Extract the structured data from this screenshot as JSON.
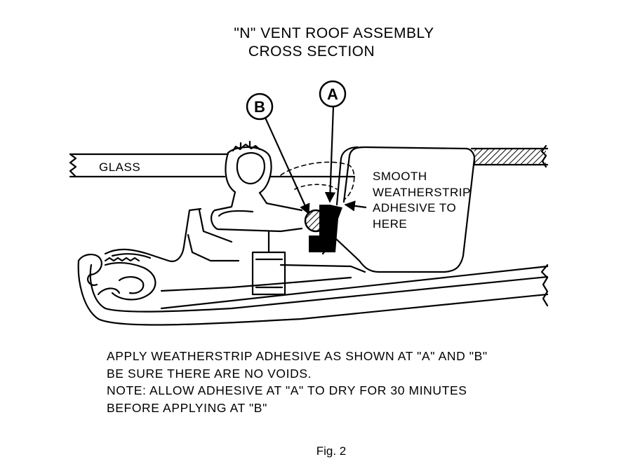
{
  "title": {
    "line1": "\"N\" VENT ROOF ASSEMBLY",
    "line2": "CROSS SECTION"
  },
  "callouts": {
    "a": "A",
    "b": "B"
  },
  "labels": {
    "glass": "GLASS",
    "smooth": [
      "SMOOTH",
      "WEATHERSTRIP",
      "ADHESIVE TO",
      "HERE"
    ]
  },
  "instructions": [
    "APPLY WEATHERSTRIP ADHESIVE AS SHOWN AT \"A\" AND \"B\"",
    "BE SURE THERE ARE NO VOIDS.",
    "NOTE: ALLOW ADHESIVE AT \"A\" TO DRY FOR 30 MINUTES",
    "BEFORE APPLYING AT \"B\""
  ],
  "figure_caption": "Fig. 2"
}
